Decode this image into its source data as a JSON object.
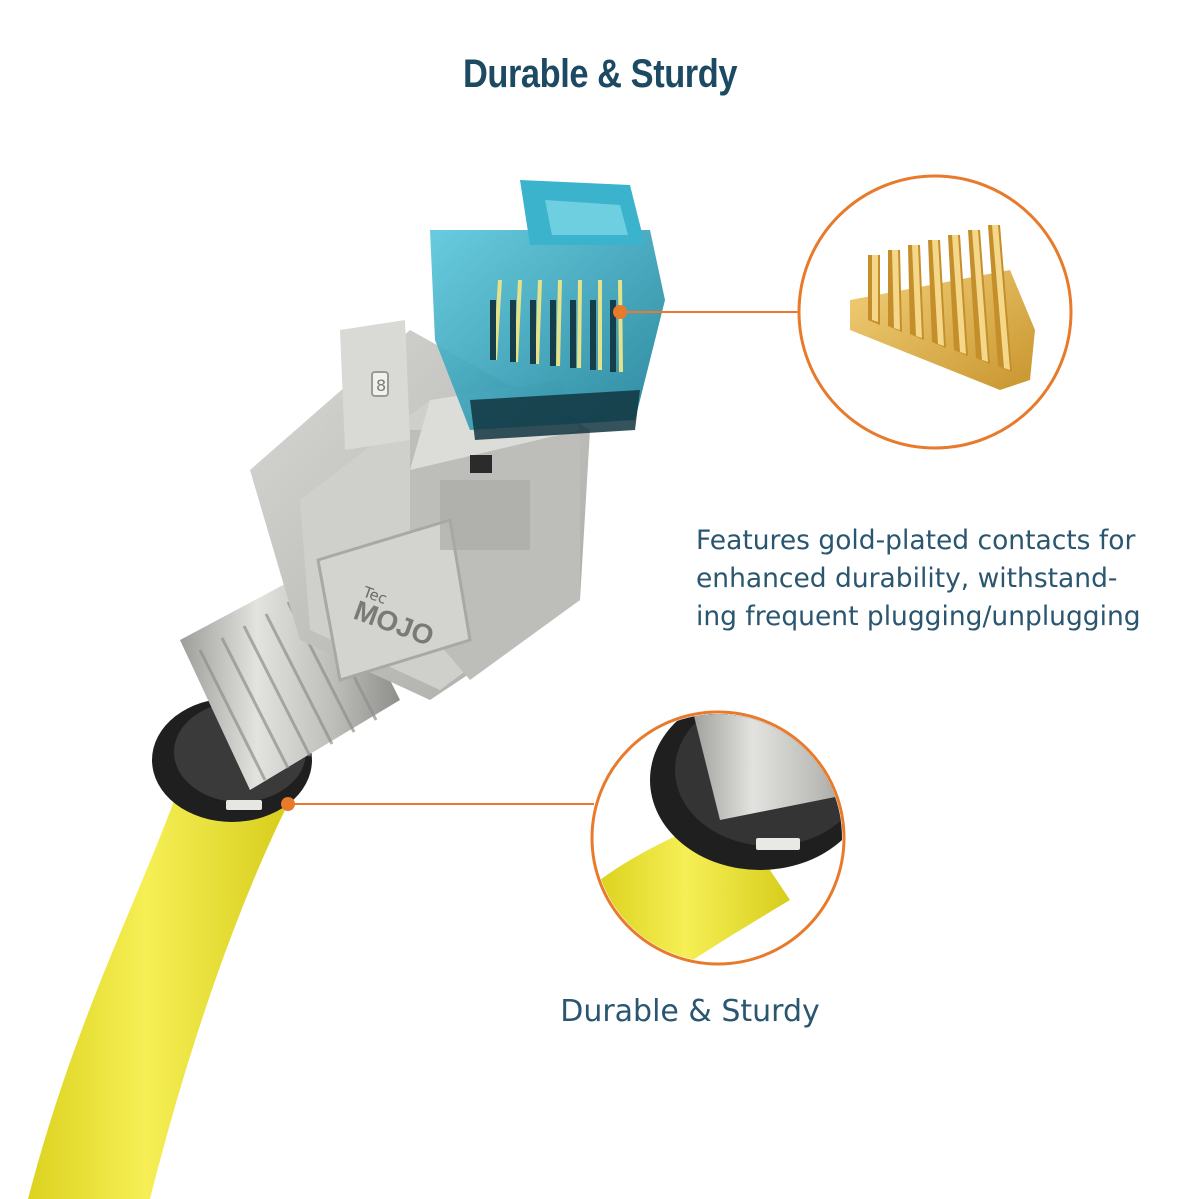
{
  "header": {
    "title": "Durable & Sturdy"
  },
  "callouts": {
    "contacts_text": "Features gold-plated contacts for\nenhanced durability, withstand-\ning frequent plugging/unplugging",
    "boot_label": "Durable & Sturdy"
  },
  "product": {
    "brand_small": "Tec",
    "brand_large": "MOJO",
    "latch_mark": "8"
  },
  "colors": {
    "accent_orange": "#e87a2c",
    "heading_blue": "#1d4a63",
    "cable_yellow": "#f2ea3c",
    "metal_silver": "#c9c9c6",
    "latch_teal": "#2aa8c4",
    "gold": "#e0b454"
  }
}
